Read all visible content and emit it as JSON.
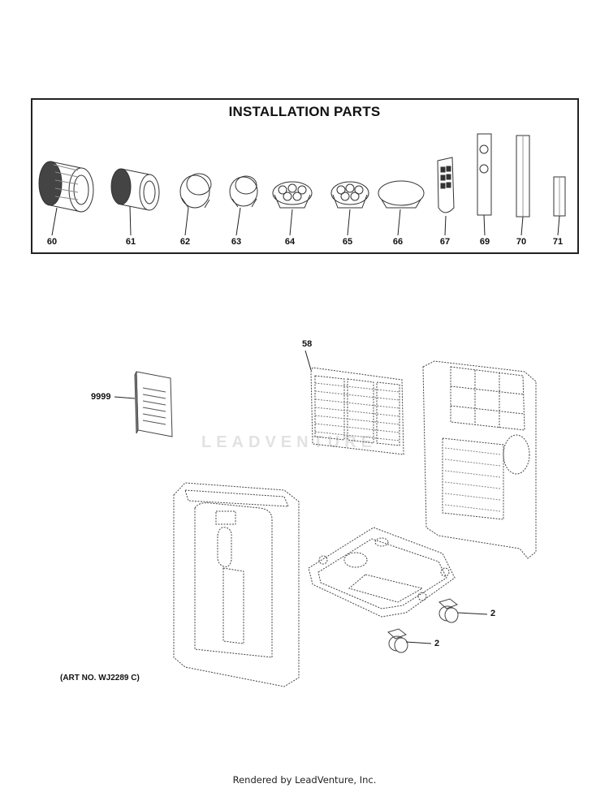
{
  "diagram": {
    "section_title": "INSTALLATION PARTS",
    "install_parts": [
      {
        "number": "60"
      },
      {
        "number": "61"
      },
      {
        "number": "62"
      },
      {
        "number": "63"
      },
      {
        "number": "64"
      },
      {
        "number": "65"
      },
      {
        "number": "66"
      },
      {
        "number": "67"
      },
      {
        "number": "69"
      },
      {
        "number": "70"
      },
      {
        "number": "71"
      }
    ],
    "callouts": {
      "manual": "9999",
      "filter": "58",
      "caster_a": "2",
      "caster_b": "2"
    },
    "art_number": "(ART NO. WJ2289 C)",
    "watermark": "LEADVENTURE",
    "footer": "Rendered by LeadVenture, Inc."
  }
}
